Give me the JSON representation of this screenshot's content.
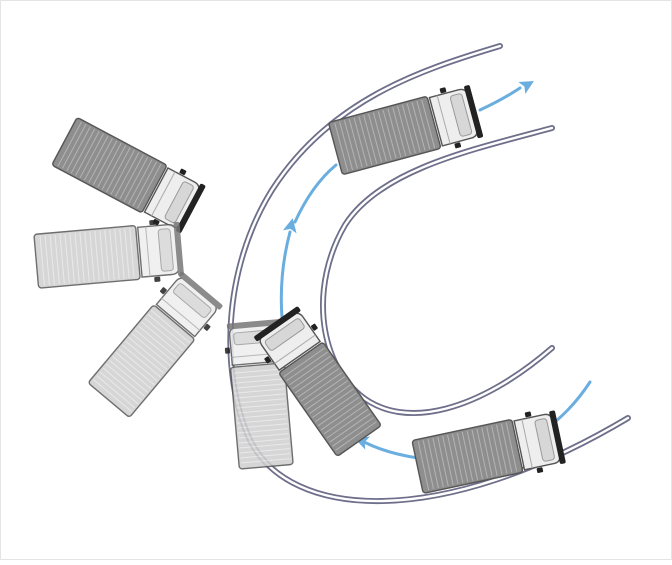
{
  "diagram": {
    "subject": "truck-turning-maneuver",
    "colors": {
      "road_line": "#6e6f8a",
      "road_line_inner": "#ffffff",
      "path_arrow": "#6aaee0",
      "truck_cab": "#eeeeee",
      "truck_cargo": "#8e8e8e",
      "truck_cargo_ghost": "#d0d0d0",
      "truck_outline": "#555555",
      "bumper": "#222222"
    },
    "icons": [
      "truck-icon",
      "path-arrow-icon",
      "road-lane-icon"
    ],
    "main_trucks": [
      {
        "id": "truck-start",
        "ghost": false
      },
      {
        "id": "truck-mid",
        "ghost": false
      },
      {
        "id": "truck-exit",
        "ghost": false
      }
    ],
    "swing_trucks": [
      {
        "id": "swing-1",
        "ghost": false
      },
      {
        "id": "swing-2",
        "ghost": true
      },
      {
        "id": "swing-3",
        "ghost": true
      },
      {
        "id": "swing-4",
        "ghost": true
      }
    ],
    "ghost_truck": {
      "id": "overlap-ghost",
      "ghost": true
    }
  }
}
